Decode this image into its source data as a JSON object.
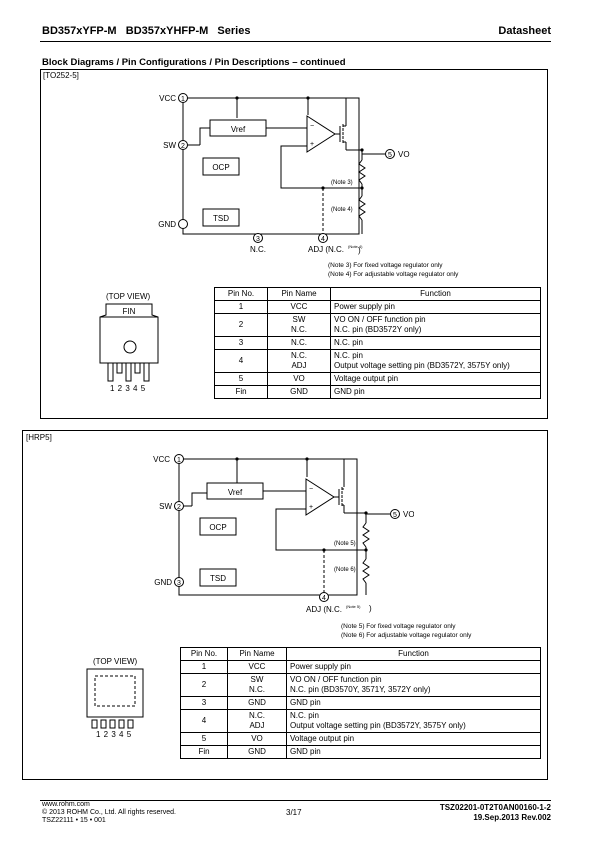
{
  "header": {
    "title": "BD357xYFP-M   BD357xYHFP-M   Series",
    "right": "Datasheet"
  },
  "section_title": "Block Diagrams / Pin Configurations / Pin Descriptions – continued",
  "to252": {
    "label": "[TO252-5]",
    "diagram": {
      "vcc": "VCC",
      "sw": "SW",
      "gnd": "GND",
      "vref": "Vref",
      "ocp": "OCP",
      "tsd": "TSD",
      "vo": "VO",
      "nc": "N.C.",
      "adj": "ADJ (N.C.",
      "adj_note": "(Note 4)",
      "note_a": "(Note 3)",
      "note_b": "(Note 4)",
      "pin1": "1",
      "pin2": "2",
      "pin3": "3",
      "pin4": "4",
      "pin5": "5"
    },
    "notes": [
      "(Note 3) For fixed voltage regulator only",
      "(Note 4) For adjustable voltage regulator only"
    ],
    "top_view": "(TOP VIEW)",
    "fin": "FIN",
    "pin_numbers": "1 2 3 4 5",
    "table": {
      "headers": [
        "Pin No.",
        "Pin Name",
        "Function"
      ],
      "rows": [
        {
          "no": "1",
          "name": "VCC",
          "func": "Power supply pin"
        },
        {
          "no": "2",
          "name": "SW\nN.C.",
          "func": "VO ON / OFF function pin\nN.C. pin (BD3572Y only)"
        },
        {
          "no": "3",
          "name": "N.C.",
          "func": "N.C. pin"
        },
        {
          "no": "4",
          "name": "N.C.\nADJ",
          "func": "N.C. pin\nOutput voltage setting pin (BD3572Y, 3575Y only)"
        },
        {
          "no": "5",
          "name": "VO",
          "func": "Voltage output pin"
        },
        {
          "no": "Fin",
          "name": "GND",
          "func": "GND pin"
        }
      ]
    }
  },
  "hrp5": {
    "label": "[HRP5]",
    "diagram": {
      "vcc": "VCC",
      "sw": "SW",
      "gnd": "GND",
      "vref": "Vref",
      "ocp": "OCP",
      "tsd": "TSD",
      "vo": "VO",
      "adj": "ADJ (N.C.",
      "adj_note": "(Note 5)",
      "note_a": "(Note 5)",
      "note_b": "(Note 6)",
      "pin1": "1",
      "pin2": "2",
      "pin3": "3",
      "pin4": "4",
      "pin5": "5"
    },
    "notes": [
      "(Note 5) For fixed voltage regulator only",
      "(Note 6) For adjustable voltage regulator only"
    ],
    "top_view": "(TOP VIEW)",
    "pin_numbers": "1 2 3 4 5",
    "table": {
      "headers": [
        "Pin No.",
        "Pin Name",
        "Function"
      ],
      "rows": [
        {
          "no": "1",
          "name": "VCC",
          "func": "Power supply pin"
        },
        {
          "no": "2",
          "name": "SW\nN.C.",
          "func": "VO ON / OFF function pin\nN.C. pin (BD3570Y, 3571Y, 3572Y only)"
        },
        {
          "no": "3",
          "name": "GND",
          "func": "GND pin"
        },
        {
          "no": "4",
          "name": "N.C.\nADJ",
          "func": "N.C. pin\nOutput voltage setting pin (BD3572Y, 3575Y only)"
        },
        {
          "no": "5",
          "name": "VO",
          "func": "Voltage output pin"
        },
        {
          "no": "Fin",
          "name": "GND",
          "func": "GND pin"
        }
      ]
    }
  },
  "footer": {
    "url": "www.rohm.com",
    "copyright": "© 2013 ROHM Co., Ltd. All rights reserved.",
    "code": "TSZ22111 • 15 • 001",
    "page": "3/17",
    "doc_no": "TSZ02201-0T2T0AN00160-1-2",
    "date": "19.Sep.2013 Rev.002"
  }
}
